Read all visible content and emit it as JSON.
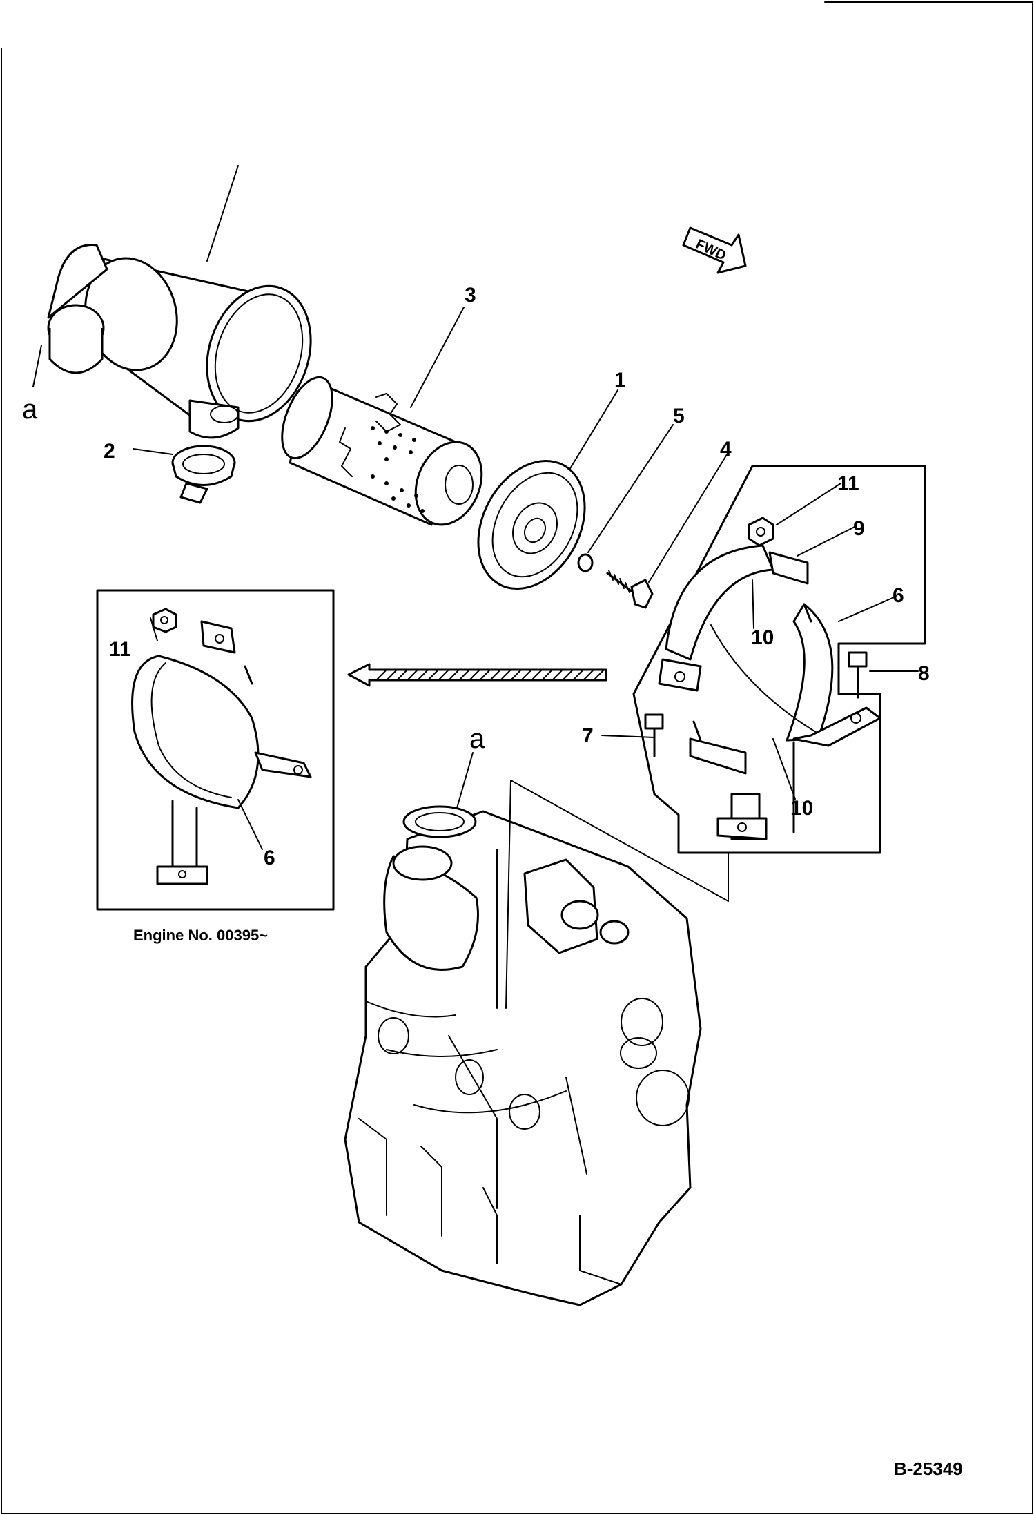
{
  "labels": {
    "p1": "1",
    "p2": "2",
    "p3": "3",
    "p4": "4",
    "p5": "5",
    "p6": "6",
    "p7": "7",
    "p8": "8",
    "p9": "9",
    "p10": "10",
    "p11": "11"
  },
  "callout_a": "a",
  "fwd_label": "FWD",
  "inset_note": "Engine No. 00395~",
  "figure_number": "B-25349"
}
